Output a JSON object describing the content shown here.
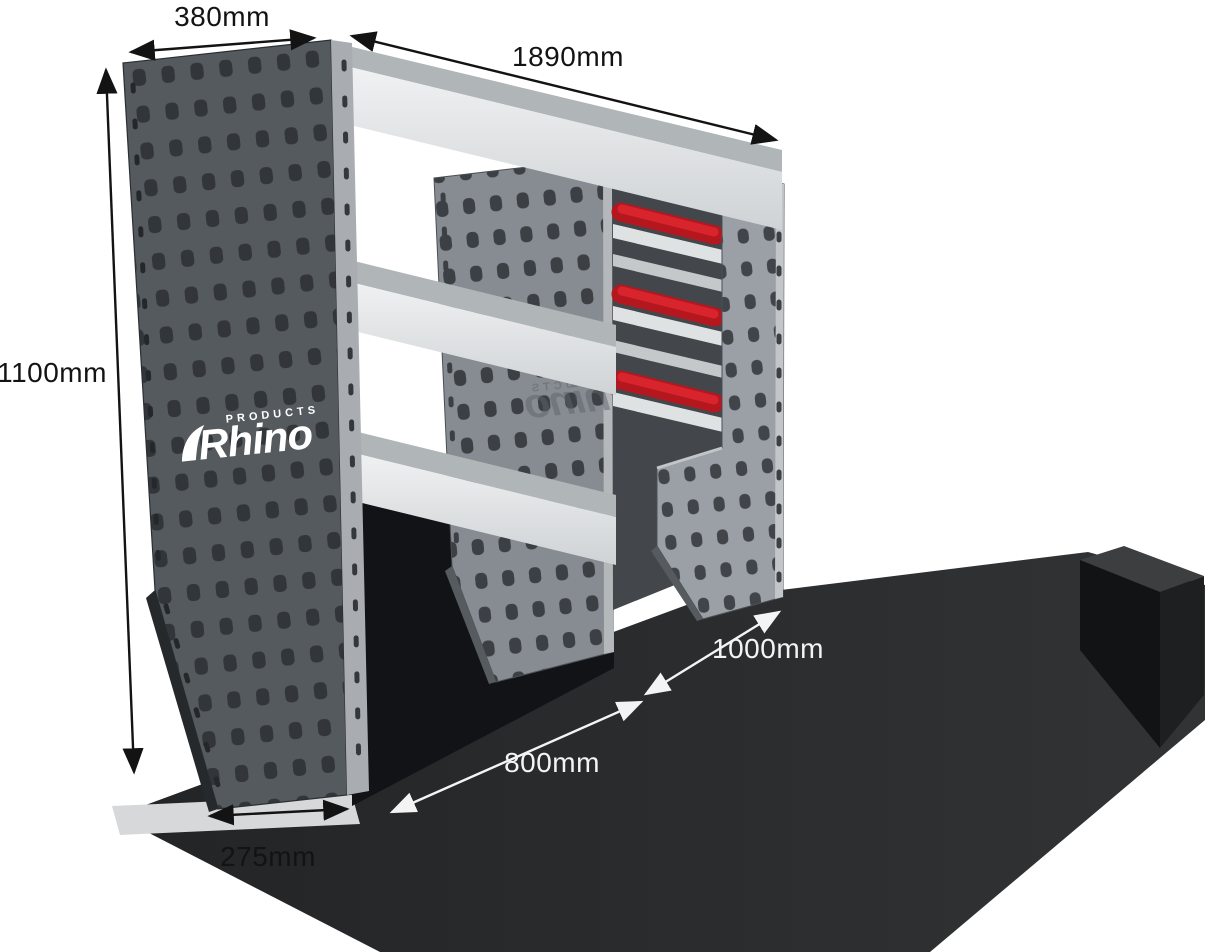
{
  "brand": {
    "name": "Rhino",
    "sub": "PRODUCTS"
  },
  "dims": {
    "top_depth": "380mm",
    "length": "1890mm",
    "height": "1100mm",
    "right_bay": "1000mm",
    "left_bay": "800mm",
    "foot_depth": "275mm"
  },
  "colors": {
    "bar_red": "#b5171e",
    "bar_red_highlight": "#d8242c",
    "panel_dark_grey": "#555a5f",
    "panel_mid_grey": "#868c91",
    "shelf_light_grey": "#e6e8e9",
    "floor_mat": "#2a2c2e",
    "dim_black": "#131313",
    "dim_white": "#f4f4f4"
  }
}
